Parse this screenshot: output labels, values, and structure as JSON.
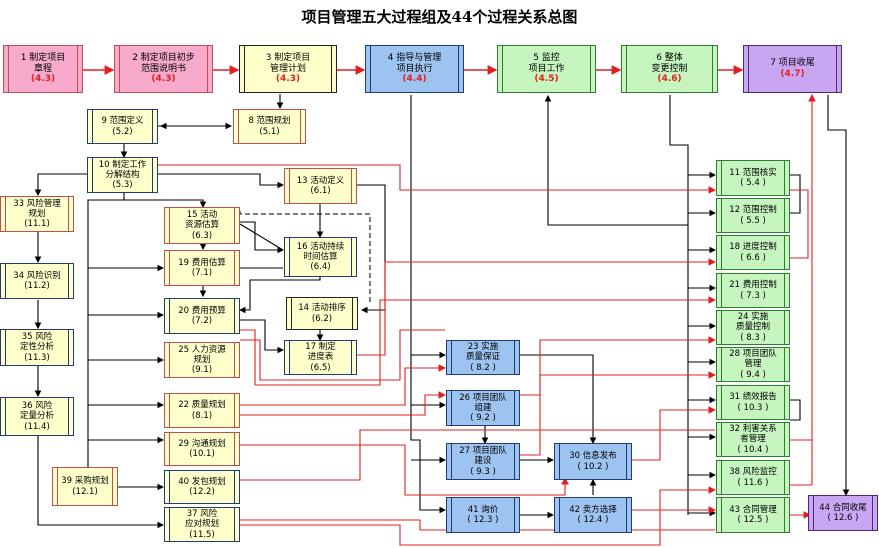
{
  "title": "项目管理五大过程组及44个过程关系总图",
  "colors": {
    "pink_fill": "#F7AACB",
    "pink_edge": "#C0504D",
    "yellow_fill": "#FFFFCC",
    "yellow_edge": "#C0504D",
    "blue_fill": "#9DC3F0",
    "blue_edge": "#1F3C73",
    "green_fill": "#C6F5C0",
    "green_edge": "#2E7D32",
    "purple_fill": "#C9A6F2",
    "purple_edge": "#4B2A78",
    "red_line": "#E02020",
    "black_line": "#000000",
    "highlight_code": "#E02020"
  },
  "nodes": {
    "n1": {
      "label": "1 制定项目\n章程",
      "code": "(4.3)"
    },
    "n2": {
      "label": "2 制定项目初步\n范围说明书",
      "code": "(4.3)"
    },
    "n3": {
      "label": "3 制定项目\n管理计划",
      "code": "(4.3)"
    },
    "n4": {
      "label": "4 指导与管理\n项目执行",
      "code": "(4.4)"
    },
    "n5": {
      "label": "5 监控\n项目工作",
      "code": "(4.5)"
    },
    "n6": {
      "label": "6 整体\n变更控制",
      "code": "(4.6)"
    },
    "n7": {
      "label": "7 项目收尾",
      "code": "(4.7)"
    },
    "n8": {
      "label": "8 范围规划",
      "code": "(5.1)"
    },
    "n9": {
      "label": "9 范围定义",
      "code": "(5.2)"
    },
    "n10": {
      "label": "10 制定工作\n分解结构",
      "code": "(5.3)"
    },
    "n13": {
      "label": "13 活动定义",
      "code": "(6.1)"
    },
    "n15": {
      "label": "15 活动\n资源估算",
      "code": "(6.3)"
    },
    "n16": {
      "label": "16 活动持续\n时间估算",
      "code": "(6.4)"
    },
    "n19": {
      "label": "19 费用估算",
      "code": "(7.1)"
    },
    "n20": {
      "label": "20 费用预算",
      "code": "(7.2)"
    },
    "n14": {
      "label": "14 活动排序",
      "code": "(6.2)"
    },
    "n17": {
      "label": "17 制定\n进度表",
      "code": "(6.5)"
    },
    "n25": {
      "label": "25 人力资源\n规划",
      "code": "(9.1)"
    },
    "n22": {
      "label": "22 质量规划",
      "code": "(8.1)"
    },
    "n29": {
      "label": "29 沟通规划",
      "code": "(10.1)"
    },
    "n40": {
      "label": "40 发包规划",
      "code": "(12.2)"
    },
    "n37": {
      "label": "37 风险\n应对规划",
      "code": "(11.5)"
    },
    "n39": {
      "label": "39 采购规划",
      "code": "(12.1)"
    },
    "n33": {
      "label": "33 风险管理\n规划",
      "code": "(11.1)"
    },
    "n34": {
      "label": "34 风险识别",
      "code": "(11.2)"
    },
    "n35": {
      "label": "35 风险\n定性分析",
      "code": "(11.3)"
    },
    "n36": {
      "label": "36 风险\n定量分析",
      "code": "(11.4)"
    },
    "n23": {
      "label": "23 实施\n质量保证",
      "code": "( 8.2 )"
    },
    "n26": {
      "label": "26 项目团队\n组建",
      "code": "( 9.2 )"
    },
    "n27": {
      "label": "27 项目团队\n建设",
      "code": "( 9.3 )"
    },
    "n30": {
      "label": "30 信息发布",
      "code": "( 10.2 )"
    },
    "n41": {
      "label": "41 询价",
      "code": "( 12.3 )"
    },
    "n42": {
      "label": "42 卖方选择",
      "code": "( 12.4 )"
    },
    "n11": {
      "label": "11 范围核实",
      "code": "( 5.4 )"
    },
    "n12": {
      "label": "12 范围控制",
      "code": "( 5.5 )"
    },
    "n18": {
      "label": "18 进度控制",
      "code": "( 6.6 )"
    },
    "n21": {
      "label": "21 费用控制",
      "code": "( 7.3 )"
    },
    "n24": {
      "label": "24 实施\n质量控制",
      "code": "( 8.3 )"
    },
    "n28": {
      "label": "28 项目团队\n管理",
      "code": "( 9.4 )"
    },
    "n31": {
      "label": "31 绩效报告",
      "code": "( 10.3 )"
    },
    "n32": {
      "label": "32 利害关系\n者管理",
      "code": "( 10.4 )"
    },
    "n38": {
      "label": "38 风险监控",
      "code": "( 11.6 )"
    },
    "n43": {
      "label": "43 合同管理",
      "code": "( 12.5 )"
    },
    "n44": {
      "label": "44 合同收尾",
      "code": "( 12.6 )"
    }
  }
}
